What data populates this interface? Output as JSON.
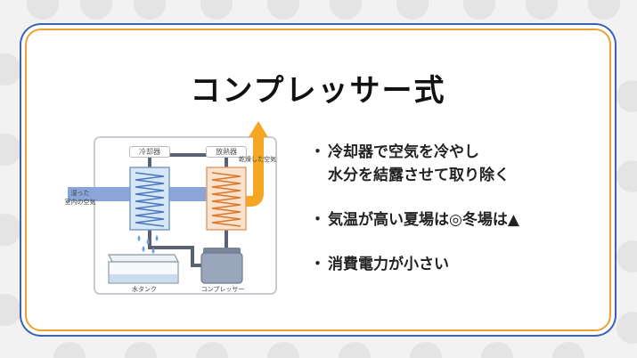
{
  "slide": {
    "title": "コンプレッサー式"
  },
  "diagram": {
    "cooler_label": "冷却器",
    "radiator_label": "放熱器",
    "inlet_label_line1": "湿った",
    "inlet_label_line2": "室内の空気",
    "outlet_label": "乾燥した空気",
    "tank_label": "水タンク",
    "compressor_label": "コンプレッサー"
  },
  "bullets": {
    "b1_line1": "冷却器で空気を冷やし",
    "b1_line2": "水分を結露させて取り除く",
    "b2": "気温が高い夏場は◎冬場は▲",
    "b3": "消費電力が小さい",
    "marker": "・"
  }
}
